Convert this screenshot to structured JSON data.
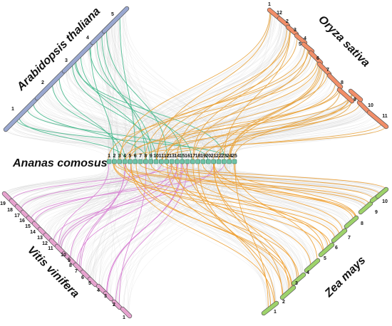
{
  "center": {
    "name": "Ananas comosus",
    "chromosomes": [
      "1",
      "2",
      "3",
      "4",
      "5",
      "6",
      "7",
      "8",
      "9",
      "10",
      "11",
      "12",
      "13",
      "14",
      "15",
      "16",
      "17",
      "18",
      "19",
      "20",
      "21",
      "22",
      "23",
      "24",
      "25"
    ]
  },
  "species": {
    "arabidopsis": {
      "name": "Arabidopsis thaliana",
      "chromosomes": [
        "1",
        "2",
        "3",
        "4",
        "5"
      ]
    },
    "oryza": {
      "name": "Oryza sativa",
      "chromosomes": [
        "1",
        "12",
        "2",
        "3",
        "4",
        "5",
        "6",
        "7",
        "8",
        "9",
        "10",
        "11"
      ]
    },
    "vitis": {
      "name": "Vitis vinifera",
      "chromosomes": [
        "19",
        "18",
        "17",
        "16",
        "15",
        "14",
        "13",
        "12",
        "11",
        "10",
        "9",
        "8",
        "7",
        "6",
        "5",
        "4",
        "3",
        "2",
        "1"
      ]
    },
    "zea": {
      "name": "Zea mays",
      "chromosomes": [
        "1",
        "2",
        "3",
        "4",
        "5",
        "6",
        "7",
        "8",
        "9",
        "10"
      ]
    }
  },
  "colors": {
    "background_links": "#d3d3d3",
    "ananas_chromosome": "#6fc3a7",
    "arabidopsis_chromosome": "#9aa8d0",
    "arabidopsis_links": "#3fb88a",
    "oryza_chromosome": "#f28e68",
    "oryza_links": "#e8a23a",
    "vitis_chromosome": "#e7a3cf",
    "vitis_links": "#d77fd3",
    "zea_chromosome": "#9ed36b",
    "zea_links": "#f0a030"
  }
}
